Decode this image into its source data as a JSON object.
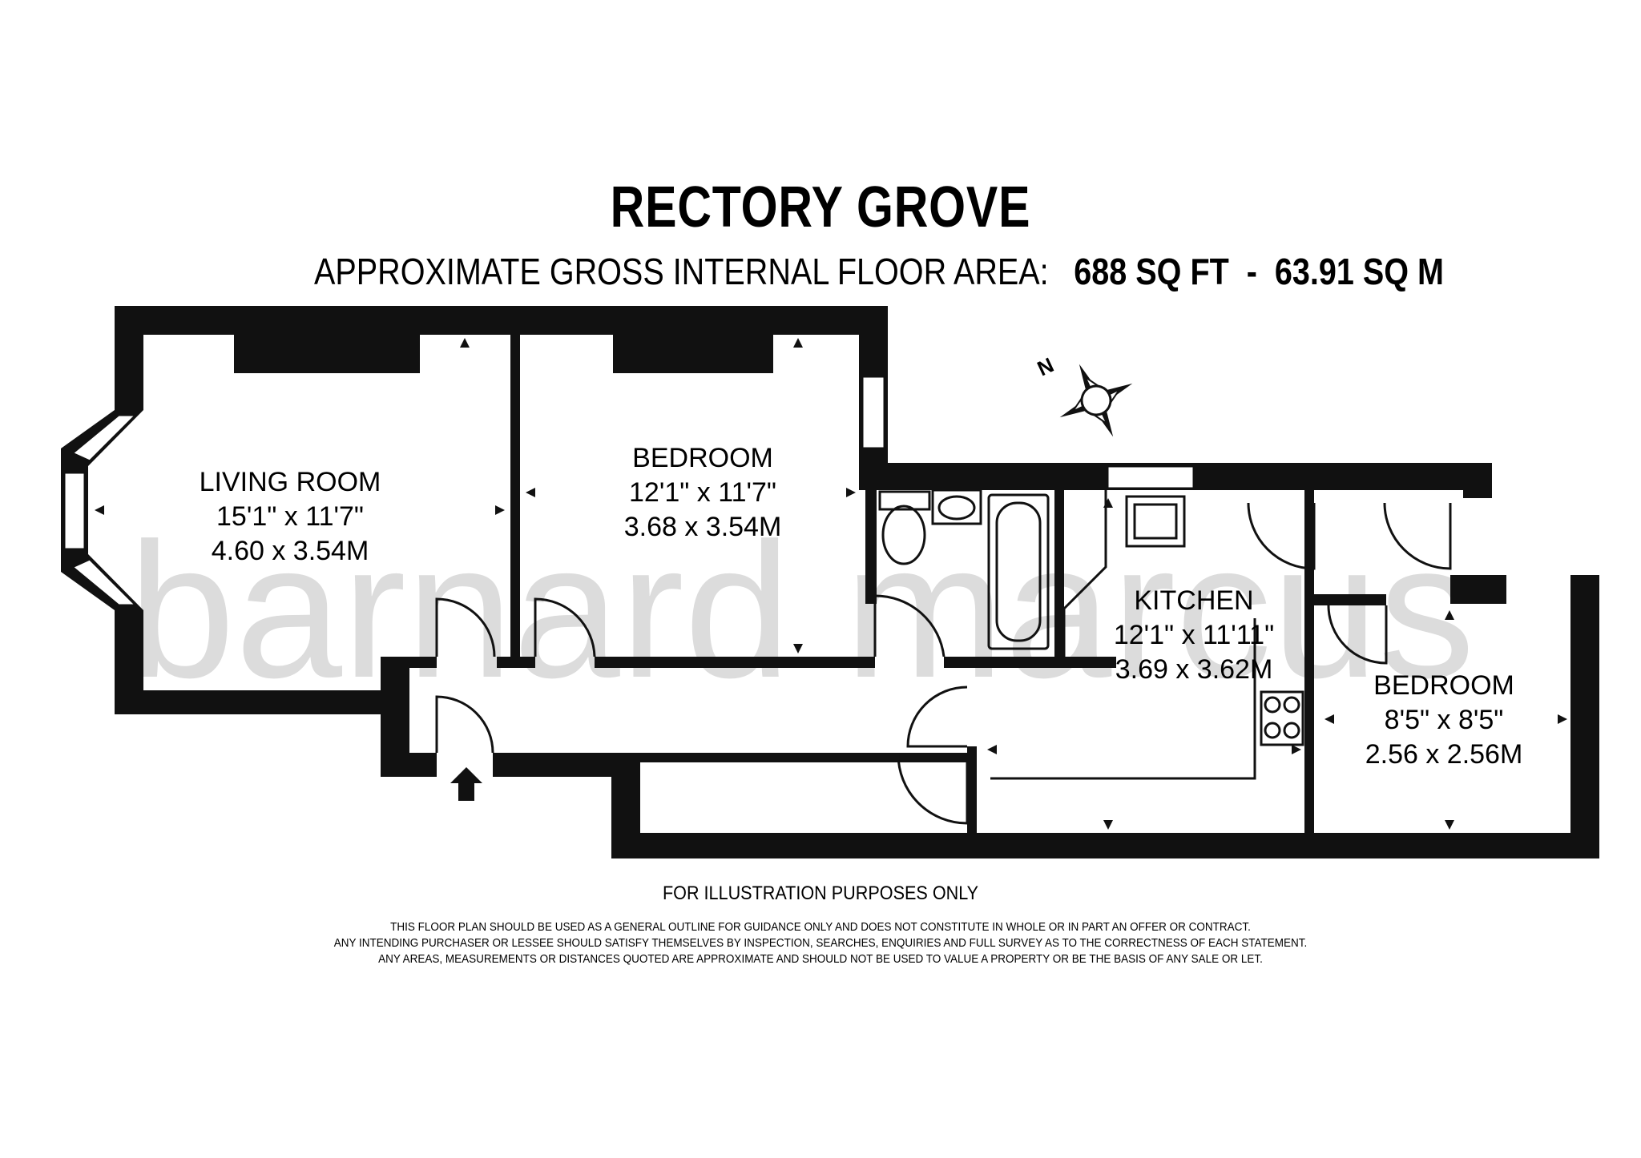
{
  "header": {
    "title": "RECTORY GROVE",
    "area_label": "APPROXIMATE GROSS INTERNAL FLOOR AREA:",
    "area_value": "688 SQ FT  -  63.91 SQ M"
  },
  "watermark": "barnard marcus",
  "compass": {
    "north_label": "N"
  },
  "rooms": {
    "living": {
      "name": "LIVING ROOM",
      "imperial": "15'1\" x 11'7\"",
      "metric": "4.60 x 3.54M"
    },
    "bedroom1": {
      "name": "BEDROOM",
      "imperial": "12'1\" x 11'7\"",
      "metric": "3.68 x 3.54M"
    },
    "kitchen": {
      "name": "KITCHEN",
      "imperial": "12'1\" x 11'11\"",
      "metric": "3.69 x 3.62M"
    },
    "bedroom2": {
      "name": "BEDROOM",
      "imperial": "8'5\" x 8'5\"",
      "metric": "2.56 x 2.56M"
    }
  },
  "footer": {
    "illustration_note": "FOR ILLUSTRATION PURPOSES ONLY",
    "disclaimer": [
      "THIS FLOOR PLAN SHOULD BE USED AS A GENERAL OUTLINE FOR GUIDANCE ONLY AND DOES NOT CONSTITUTE IN WHOLE OR IN PART AN OFFER OR CONTRACT.",
      "ANY INTENDING PURCHASER OR LESSEE SHOULD SATISFY THEMSELVES BY INSPECTION, SEARCHES, ENQUIRIES AND FULL SURVEY AS TO THE CORRECTNESS OF EACH STATEMENT.",
      "ANY AREAS, MEASUREMENTS OR DISTANCES QUOTED ARE APPROXIMATE AND SHOULD NOT BE USED TO VALUE A PROPERTY OR BE THE BASIS OF ANY SALE OR LET."
    ]
  }
}
